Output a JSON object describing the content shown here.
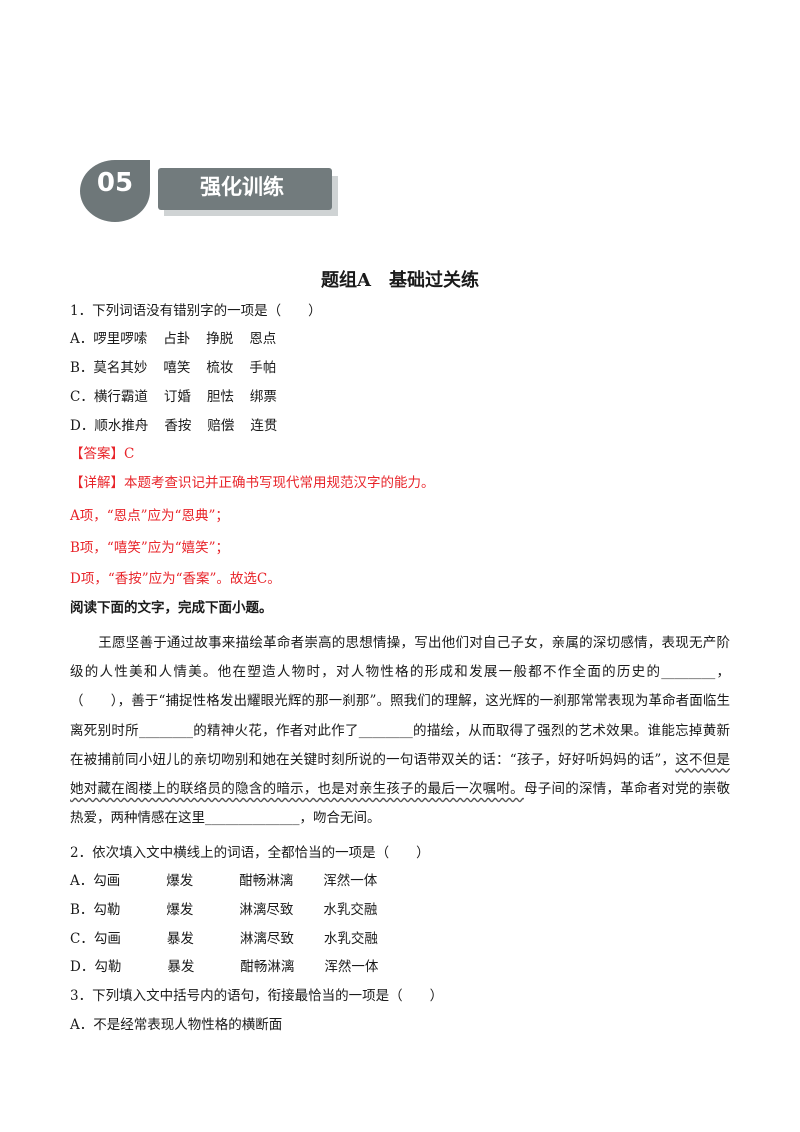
{
  "banner": {
    "number": "05",
    "title": "强化训练"
  },
  "group_title": "题组A　基础过关练",
  "q1": {
    "stem": "1．下列词语没有错别字的一项是（　　）",
    "options": [
      {
        "letter": "A．",
        "words": [
          "啰里啰嗦",
          "占卦",
          "挣脱",
          "恩点"
        ]
      },
      {
        "letter": "B．",
        "words": [
          "莫名其妙",
          "嘻笑",
          "梳妆",
          "手帕"
        ]
      },
      {
        "letter": "C．",
        "words": [
          "横行霸道",
          "订婚",
          "胆怯",
          "绑票"
        ]
      },
      {
        "letter": "D．",
        "words": [
          "顺水推舟",
          "香按",
          "赔偿",
          "连贯"
        ]
      }
    ],
    "answer": "【答案】C",
    "detail": "【详解】本题考查识记并正确书写现代常用规范汉字的能力。",
    "notes": [
      "A项，“恩点”应为“恩典”；",
      "B项，“嘻笑”应为“嬉笑”；",
      "D项，“香按”应为“香案”。故选C。"
    ]
  },
  "reading_instruction": "阅读下面的文字，完成下面小题。",
  "passage": {
    "part1": "王愿坚善于通过故事来描绘革命者崇高的思想情操，写出他们对自己子女，亲属的深切感情，表现无产阶级的人性美和人情美。他在塑造人物时，对人物性格的形成和发展一般都不作全面的历史的________，（　　），善于“捕捉性格发出耀眼光辉的那一刹那”。照我们的理解，这光辉的一刹那常常表现为革命者面临生离死别时所________的精神火花，作者对此作了________的描绘，从而取得了强烈的艺术效果。谁能忘掉黄新在被捕前同小妞儿的亲切吻别和她在关键时刻所说的一句语带双关的话：“孩子，好好听妈妈的话”，",
    "wavy": "这不但是她对藏在阁楼上的联络员的隐含的暗示，也是对亲生孩子的最后一次嘱咐。",
    "part2": "母子间的深情，革命者对党的崇敬热爱，两种情感在这里______________，吻合无间。"
  },
  "q2": {
    "stem": "2．依次填入文中横线上的词语，全都恰当的一项是（　　）",
    "options": [
      {
        "letter": "A．",
        "words": [
          "勾画",
          "爆发",
          "酣畅淋漓",
          "浑然一体"
        ]
      },
      {
        "letter": "B．",
        "words": [
          "勾勒",
          "爆发",
          "淋漓尽致",
          "水乳交融"
        ]
      },
      {
        "letter": "C．",
        "words": [
          "勾画",
          "暴发",
          "淋漓尽致",
          "水乳交融"
        ]
      },
      {
        "letter": "D．",
        "words": [
          "勾勒",
          "暴发",
          "酣畅淋漓",
          "浑然一体"
        ]
      }
    ]
  },
  "q3": {
    "stem": "3．下列填入文中括号内的语句，衔接最恰当的一项是（　　）",
    "options": [
      {
        "text": "A．不是经常表现人物性格的横断面"
      }
    ]
  },
  "colors": {
    "answer_red": "#e8242a",
    "banner_gray": "#727b7d"
  }
}
